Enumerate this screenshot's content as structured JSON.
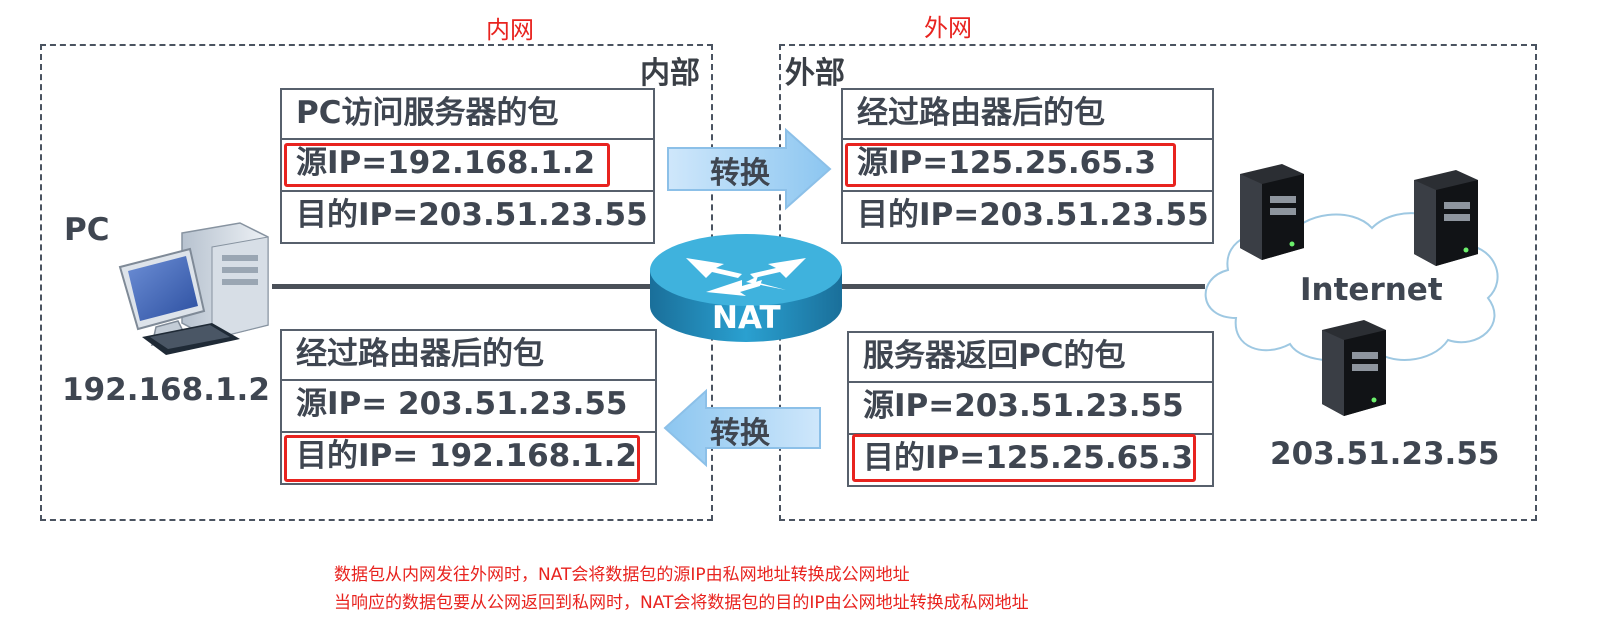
{
  "zones": {
    "inner_tag": "内网",
    "outer_tag": "外网",
    "inner_title": "内部",
    "outer_title": "外部"
  },
  "pc": {
    "label": "PC",
    "ip": "192.168.1.2",
    "icon": "desktop-computer-icon"
  },
  "router": {
    "label": "NAT",
    "icon": "router-icon"
  },
  "internet": {
    "label": "Internet",
    "ip": "203.51.23.55",
    "icon": "server-icon"
  },
  "arrows": {
    "forward_label": "转换",
    "backward_label": "转换"
  },
  "packets": {
    "pc_to_server": {
      "title": "PC访问服务器的包",
      "src": "源IP=192.168.1.2",
      "dst": "目的IP=203.51.23.55"
    },
    "after_router_out": {
      "title": "经过路由器后的包",
      "src": "源IP=125.25.65.3",
      "dst": "目的IP=203.51.23.55"
    },
    "server_to_pc": {
      "title": "服务器返回PC的包",
      "src": "源IP=203.51.23.55",
      "dst": "目的IP=125.25.65.3"
    },
    "after_router_in": {
      "title": "经过路由器后的包",
      "src": "源IP= 203.51.23.55",
      "dst": "目的IP= 192.168.1.2"
    }
  },
  "notes": [
    "数据包从内网发往外网时，NAT会将数据包的源IP由私网地址转换成公网地址",
    "当响应的数据包要从公网返回到私网时，NAT会将数据包的目的IP由公网地址转换成私网地址"
  ],
  "colors": {
    "highlight": "#e8231f",
    "text": "#3f4651",
    "arrow": "#8cc6f0",
    "router": "#1f8fc0"
  }
}
